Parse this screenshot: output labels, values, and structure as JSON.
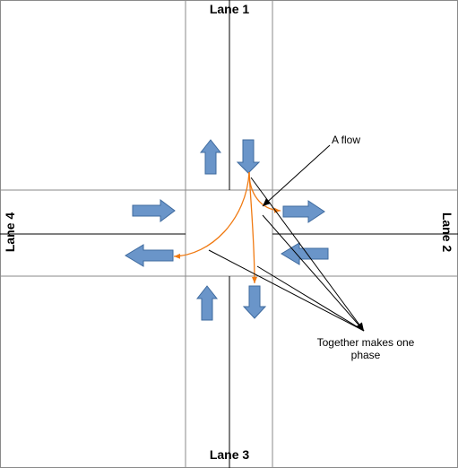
{
  "lanes": {
    "north": "Lane 1",
    "east": "Lane 2",
    "south": "Lane 3",
    "west": "Lane 4"
  },
  "annotations": {
    "flow": "A flow",
    "phase_line1": "Together makes one",
    "phase_line2": "phase"
  },
  "colors": {
    "arrow_fill": "#6a95c9",
    "arrow_stroke": "#3e6a9e",
    "flow": "#f07a12"
  }
}
